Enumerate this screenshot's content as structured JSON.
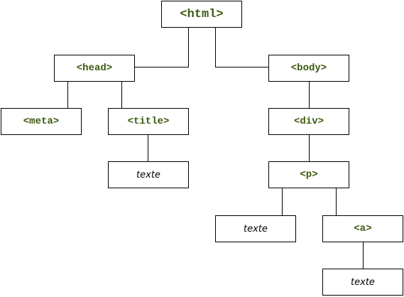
{
  "diagram": {
    "colors": {
      "tag_text": "#3b5a0f",
      "text_node": "#000000",
      "border": "#000000",
      "background": "#ffffff"
    },
    "nodes": {
      "html": "<html>",
      "head": "<head>",
      "body": "<body>",
      "meta": "<meta>",
      "title": "<title>",
      "div": "<div>",
      "title_text": "texte",
      "p": "<p>",
      "p_text": "texte",
      "a": "<a>",
      "a_text": "texte"
    }
  }
}
